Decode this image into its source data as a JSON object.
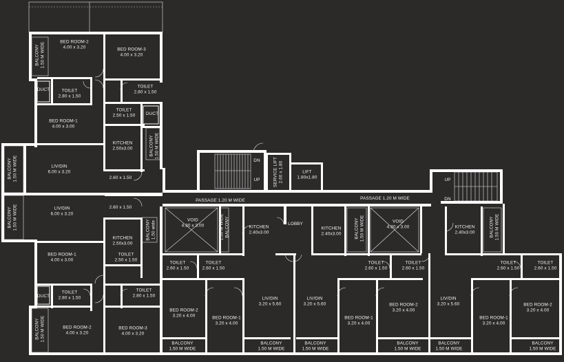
{
  "rooms": {
    "u1_bed2": {
      "name": "BED ROOM-2",
      "size": "4.00 x 3.20"
    },
    "u1_bed3": {
      "name": "BED ROOM-3",
      "size": "4.00 x 3.20"
    },
    "u1_toilet_a": {
      "name": "TOILET",
      "size": "2.80 x 1.50"
    },
    "u1_toilet_b": {
      "name": "TOILET",
      "size": "2.80 x 1.50"
    },
    "u1_toilet_c": {
      "name": "TOILET",
      "size": "2.50 x 1.50"
    },
    "u1_bed1": {
      "name": "BED ROOM-1",
      "size": "4.00 x 3.00"
    },
    "u1_kitchen": {
      "name": "KITCHEN",
      "size": "2.50x3.00"
    },
    "u1_livdin": {
      "name": "LIV/DIN",
      "size": "6.00 x 3.20"
    },
    "u1_passage": {
      "size": "2.60 x 1.50"
    },
    "u2_passage": {
      "size": "2.60 x 1.50"
    },
    "u2_livdin": {
      "name": "LIV/DIN",
      "size": "6.00 x 3.20"
    },
    "u2_kitchen": {
      "name": "KITCHEN",
      "size": "2.50x3.00"
    },
    "u2_toilet_c": {
      "name": "TOILET",
      "size": "2.50 x 1.50"
    },
    "u2_bed1": {
      "name": "BED ROOM-1",
      "size": "4.00 x 3.00"
    },
    "u2_toilet_a": {
      "name": "TOILET",
      "size": "2.80 x 1.50"
    },
    "u2_toilet_b": {
      "name": "TOILET",
      "size": "2.80 x 1.50"
    },
    "u2_bed2": {
      "name": "BED ROOM-2",
      "size": "4.00 x 3.20"
    },
    "u2_bed3": {
      "name": "BED ROOM-3",
      "size": "4.00 x 3.20"
    },
    "u3_void": {
      "name": "VOID",
      "size": "4.30 x 3.00"
    },
    "u3_kitchen": {
      "name": "KITCHEN",
      "size": "2.40x3.00"
    },
    "u3_toilet1": {
      "name": "TOILET",
      "size": "2.60 x 1.50"
    },
    "u3_toilet2": {
      "name": "TOILET",
      "size": "2.60 x 1.50"
    },
    "u3_bed2": {
      "name": "BED ROOM-2",
      "size": "3.20 x 4.00"
    },
    "u3_bed1": {
      "name": "BED ROOM-1",
      "size": "3.20 x 4.00"
    },
    "u3_livdin": {
      "name": "LIV/DIN",
      "size": "3.20 x 5.60"
    },
    "u4_kitchen": {
      "name": "KITCHEN",
      "size": "2.40x3.00"
    },
    "u4_void": {
      "name": "VOID",
      "size": "4.30 x 3.00"
    },
    "u4_toilet1": {
      "name": "TOILET",
      "size": "2.60 x 1.50"
    },
    "u4_toilet2": {
      "name": "TOILET",
      "size": "2.60 x 1.50"
    },
    "u4_livdin": {
      "name": "LIV/DIN",
      "size": "3.20 x 5.60"
    },
    "u4_bed1": {
      "name": "BED ROOM-1",
      "size": "3.20 x 4.00"
    },
    "u4_bed2": {
      "name": "BED ROOM-2",
      "size": "3.20 x 4.00"
    },
    "u5_kitchen": {
      "name": "KITCHEN",
      "size": "2.40x3.00"
    },
    "u5_toilet1": {
      "name": "TOILET",
      "size": "2.60 x 1.50"
    },
    "u5_toilet2": {
      "name": "TOILET",
      "size": "2.60 x 1.50"
    },
    "u5_livdin": {
      "name": "LIV/DIN",
      "size": "3.20 x 5.60"
    },
    "u5_bed1": {
      "name": "BED ROOM-1",
      "size": "3.20 x 4.00"
    },
    "u5_bed2": {
      "name": "BED ROOM-2",
      "size": "3.20 x 4.00"
    }
  },
  "core": {
    "service_lift": {
      "name": "SERVICE LIFT",
      "size": "2.60 x 1.80"
    },
    "lift": {
      "name": "LIFT",
      "size": "1.80x1.80"
    },
    "passage_left": "PASSAGE 1.20 M WIDE",
    "passage_right": "PASSAGE 1.20 M WIDE",
    "lobby": "LOBBY",
    "stair_dn": "DN",
    "stair_up": "UP"
  },
  "balcony": {
    "name": "BALCONY",
    "width": "1.50 M WIDE",
    "width_alt": "1.50 wide"
  },
  "duct": "DUCT",
  "colors": {
    "background": "#2b2a29",
    "walls": "#ffffff",
    "text": "#f2f2f2"
  }
}
